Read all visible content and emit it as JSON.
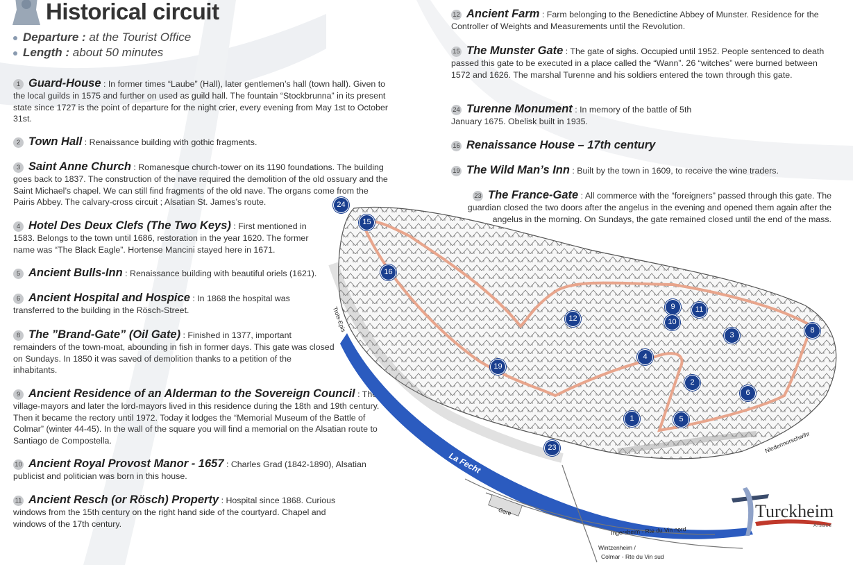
{
  "title": "Historical circuit",
  "departure": {
    "label": "Departure :",
    "value": "at the Tourist Office"
  },
  "length": {
    "label": "Length :",
    "value": "about 50 minutes"
  },
  "entries": [
    {
      "num": "1",
      "name": "Guard-House",
      "text": " : In former times “Laube” (Hall), later gentlemen’s hall (town hall). Given to the local guilds in 1575 and further on used as guild hall. The fountain “Stockbrunna” in its present state since 1727 is the point of departure for the night crier, every evening from May 1st to October 31st."
    },
    {
      "num": "2",
      "name": "Town Hall",
      "text": " : Renaissance building with gothic fragments."
    },
    {
      "num": "3",
      "name": "Saint Anne Church",
      "text": " : Romanesque church-tower on its 1190 foundations. The building goes back to 1837. The construction of the nave required the demolition of the old ossuary and the Saint Michael’s chapel. We can still find fragments of the old nave. The organs come from the Pairis Abbey. The calvary-cross circuit ; Alsatian St. James’s route."
    },
    {
      "num": "4",
      "name": "Hotel Des Deux Clefs (The Two Keys)",
      "text": " : First mentioned in 1583. Belongs to the town until 1686, restoration in the year 1620. The former name was “The Black Eagle”. Hortense Mancini stayed here in 1671."
    },
    {
      "num": "5",
      "name": "Ancient Bulls-Inn",
      "text": " : Renaissance building with beautiful oriels (1621)."
    },
    {
      "num": "6",
      "name": "Ancient Hospital and Hospice",
      "text": " : In 1868 the hospital was transferred to the building in the Rösch-Street."
    },
    {
      "num": "8",
      "name": "The ”Brand-Gate” (Oil Gate)",
      "text": " : Finished in 1377, important remainders of the town-moat, abounding in fish in former days. This gate was closed on Sundays. In 1850 it was saved of demolition thanks to a petition of the inhabitants."
    },
    {
      "num": "9",
      "name": "Ancient Residence of an Alderman to the Sovereign Council",
      "text": " : The village-mayors and later the lord-mayors lived in this residence during the 18th and 19th century. Then it became the rectory until 1972. Today it lodges the “Memorial Museum of the Battle of Colmar” (winter 44-45). In the wall of the square you will find a memorial on the Alsatian route to Santiago de Compostella."
    },
    {
      "num": "10",
      "name": "Ancient Royal Provost Manor - 1657",
      "text": " : Charles Grad (1842-1890), Alsatian publicist and politician was born in this house."
    },
    {
      "num": "11",
      "name": "Ancient Resch (or Rösch) Property",
      "text": " : Hospital since 1868. Curious windows from the 15th century on the right hand side of the courtyard. Chapel and windows of the 17th century."
    },
    {
      "num": "12",
      "name": "Ancient Farm",
      "text": " : Farm belonging to the Benedictine Abbey of Munster. Residence for the Controller of Weights and Measurements until the Revolution."
    },
    {
      "num": "15",
      "name": "The Munster Gate",
      "text": " : The gate of sighs. Occupied until 1952. People sentenced to death passed this gate to be executed in a place called the “Wann”. 26 “witches” were burned between 1572 and 1626. The marshal Turenne and his soldiers entered the town through this gate."
    },
    {
      "num": "24",
      "name": "Turenne Monument",
      "text": " : In memory of the battle of 5th January 1675. Obelisk built in 1935."
    },
    {
      "num": "16",
      "name": "Renaissance House – 17th century",
      "text": ""
    },
    {
      "num": "19",
      "name": "The Wild Man’s Inn",
      "text": " : Built by the town in 1609, to receive the wine traders."
    },
    {
      "num": "23",
      "name": "The France-Gate",
      "text": " : All commerce with the “foreigners” passed through this gate. The guardian closed the two doors after the angelus in the evening and opened them again after the angelus in the morning. On Sundays, the gate remained closed until the end of the mass."
    }
  ],
  "map": {
    "river": "La Fecht",
    "roads": {
      "trois_epis": "Trois-Epis",
      "niedermorschwihr": "Niedermorschwihr",
      "gare": "Gare",
      "ingersheim": "Ingersheim - Rte du Vin nord",
      "wintzenheim": "Wintzenheim /",
      "colmar": "Colmar - Rte du Vin sud"
    },
    "markers": [
      "1",
      "2",
      "3",
      "4",
      "5",
      "6",
      "8",
      "9",
      "10",
      "11",
      "12",
      "15",
      "16",
      "19",
      "23",
      "24"
    ],
    "colors": {
      "marker": "#1a3f8f",
      "route": "#e8a58c",
      "river": "#2b5bbf"
    }
  },
  "logo": {
    "name": "Turckheim",
    "sub": "Alsace"
  }
}
